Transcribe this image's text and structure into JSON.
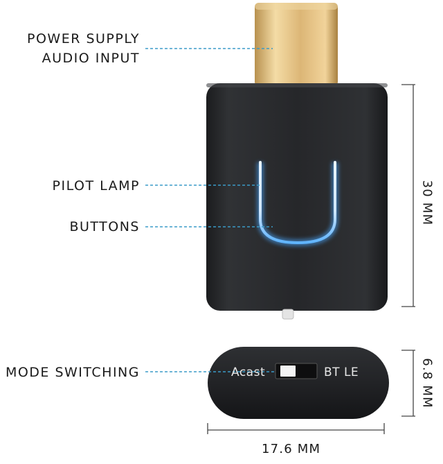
{
  "labels": {
    "power_line1": "POWER SUPPLY",
    "power_line2": "AUDIO INPUT",
    "pilot": "PILOT LAMP",
    "buttons": "BUTTONS",
    "mode": "MODE SWITCHING"
  },
  "switch": {
    "left": "Acast",
    "right": "BT LE"
  },
  "dimensions": {
    "height": "30 MM",
    "depth": "6.8 MM",
    "width": "17.6 MM"
  },
  "colors": {
    "leader": "#3b9bc8",
    "body": "#232426",
    "connector": "#d9b77a",
    "led": "#7ec8ff"
  }
}
